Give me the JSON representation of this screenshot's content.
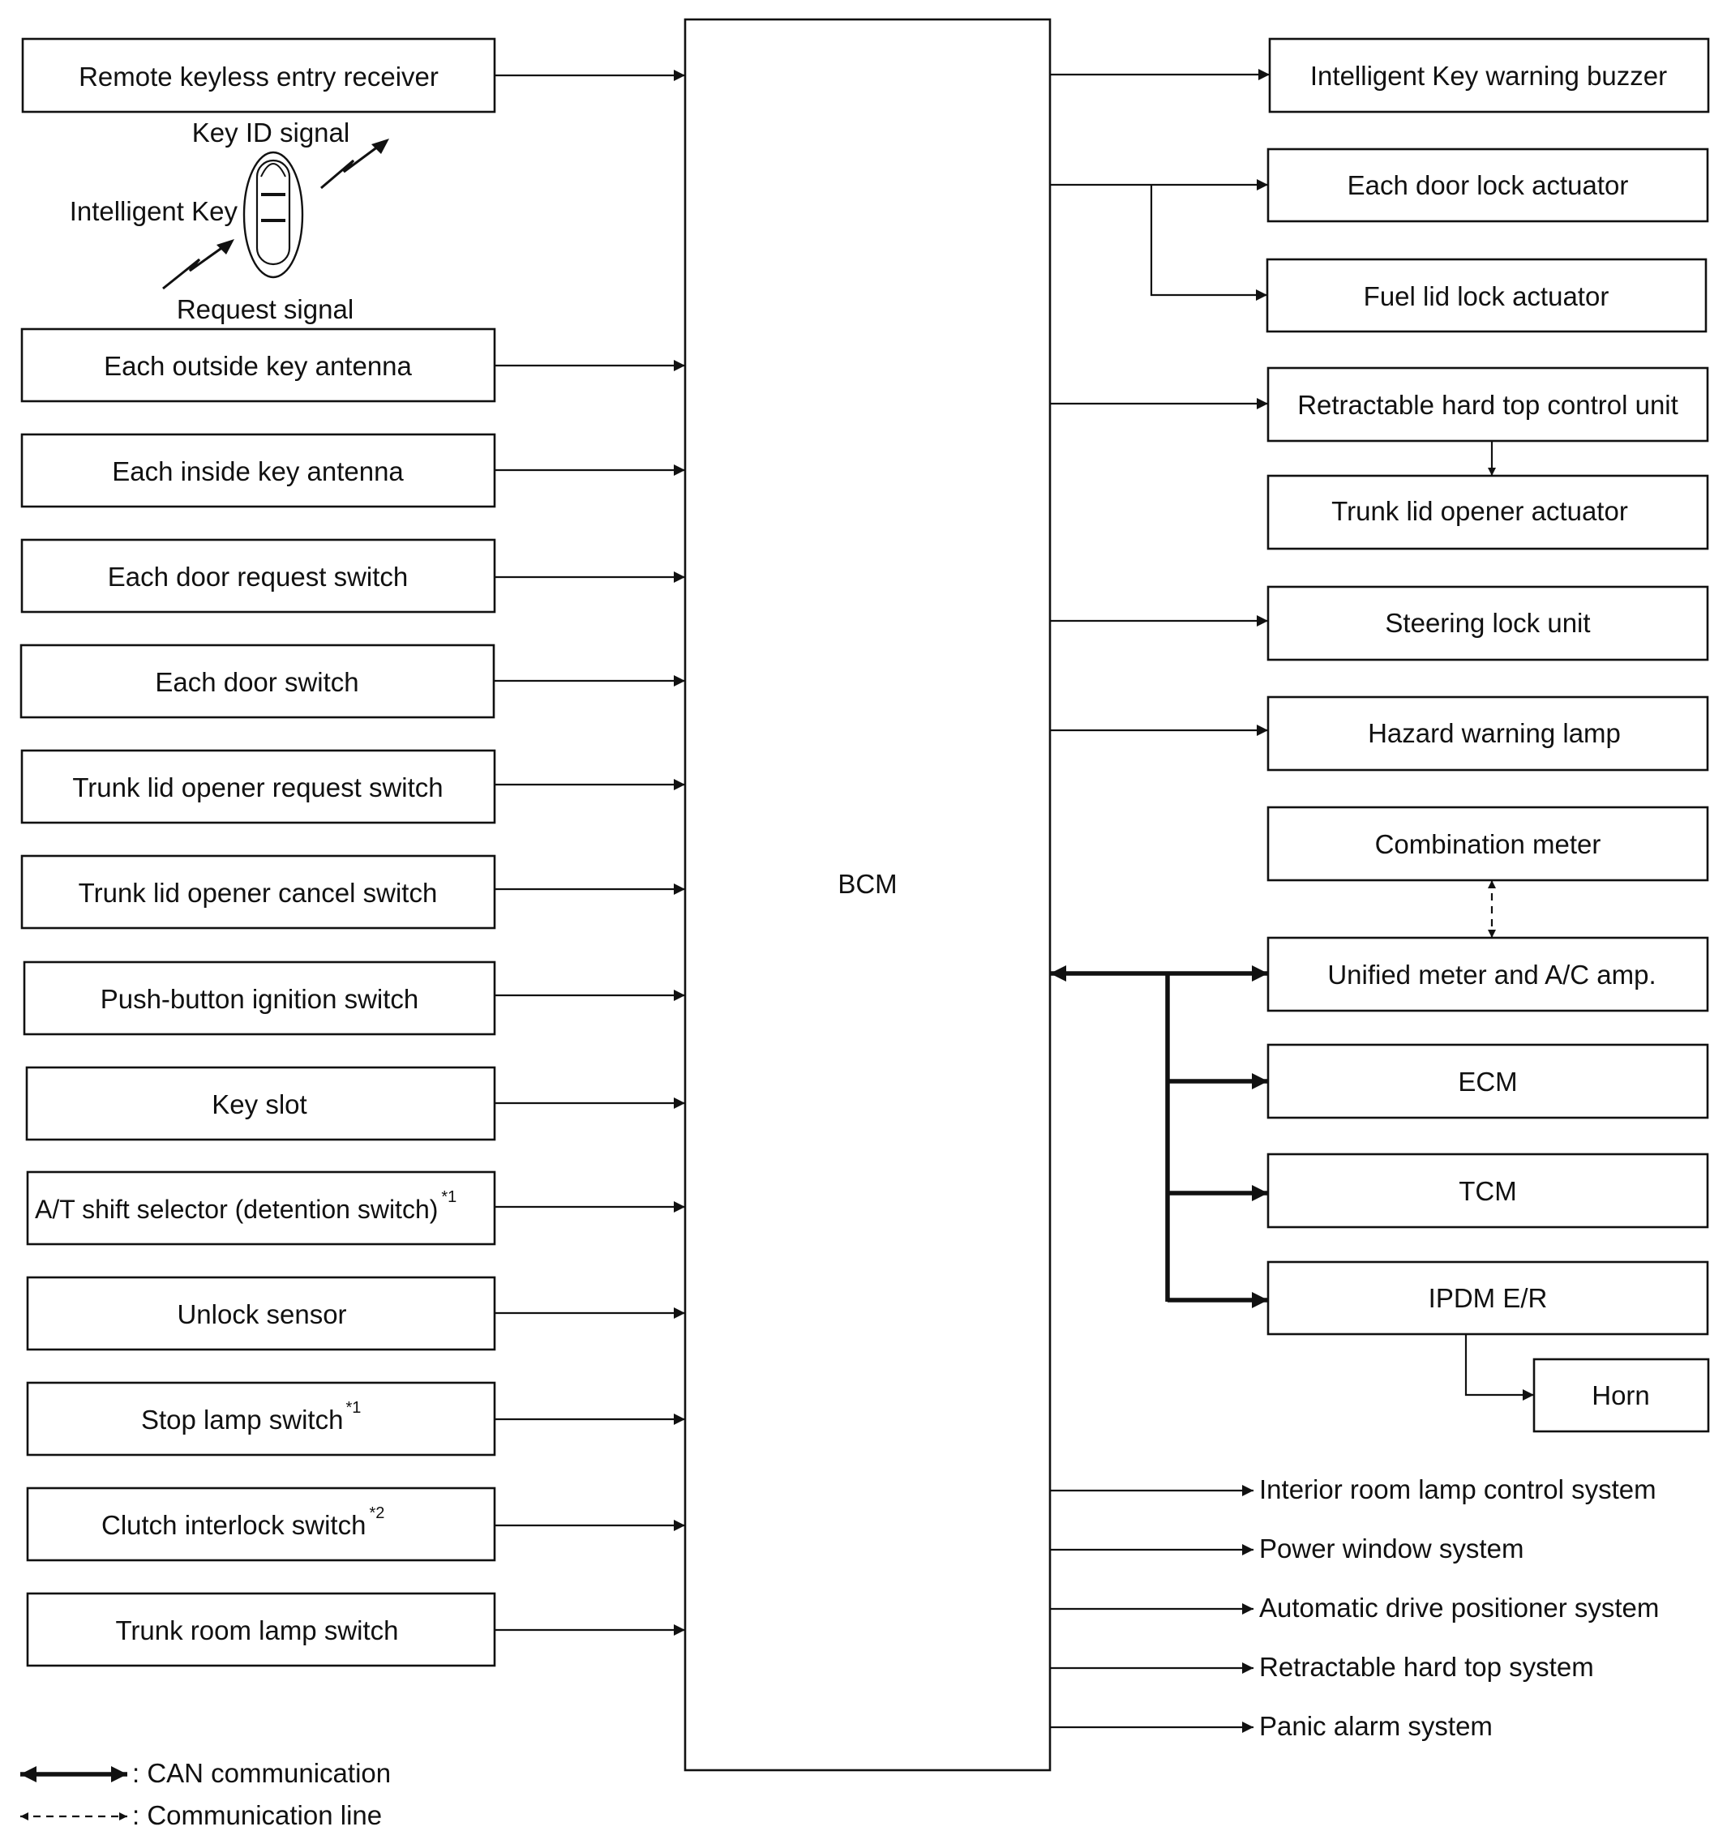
{
  "center": {
    "label": "BCM"
  },
  "inputs": {
    "remote_keyless_entry_receiver": "Remote keyless entry receiver",
    "intelligent_key": "Intelligent Key",
    "key_id_signal": "Key ID signal",
    "request_signal": "Request signal",
    "each_outside_key_antenna": "Each outside key antenna",
    "each_inside_key_antenna": "Each inside key antenna",
    "each_door_request_switch": "Each door request switch",
    "each_door_switch": "Each door switch",
    "trunk_lid_opener_request_switch": "Trunk lid opener request switch",
    "trunk_lid_opener_cancel_switch": "Trunk lid opener cancel switch",
    "push_button_ignition_switch": "Push-button ignition switch",
    "key_slot": "Key slot",
    "at_shift_selector": "A/T shift selector (detention switch)",
    "at_shift_selector_note": "*1",
    "unlock_sensor": "Unlock sensor",
    "stop_lamp_switch": "Stop lamp switch",
    "stop_lamp_switch_note": "*1",
    "clutch_interlock_switch": "Clutch interlock switch",
    "clutch_interlock_switch_note": "*2",
    "trunk_room_lamp_switch": "Trunk room lamp switch"
  },
  "outputs": {
    "intelligent_key_warning_buzzer": "Intelligent Key warning buzzer",
    "each_door_lock_actuator": "Each door lock actuator",
    "fuel_lid_lock_actuator": "Fuel lid lock actuator",
    "retractable_hard_top_control_unit": "Retractable hard top control unit",
    "trunk_lid_opener_actuator": "Trunk lid opener actuator",
    "steering_lock_unit": "Steering lock unit",
    "hazard_warning_lamp": "Hazard warning lamp",
    "combination_meter": "Combination meter",
    "unified_meter_ac_amp": "Unified meter and A/C amp.",
    "ecm": "ECM",
    "tcm": "TCM",
    "ipdm_er": "IPDM E/R",
    "horn": "Horn"
  },
  "systems": {
    "interior_room_lamp": "Interior room lamp control system",
    "power_window": "Power window system",
    "automatic_drive_positioner": "Automatic drive positioner system",
    "retractable_hard_top": "Retractable hard top system",
    "panic_alarm": "Panic alarm system"
  },
  "legend": {
    "can": ": CAN communication",
    "comm": ": Communication line"
  }
}
